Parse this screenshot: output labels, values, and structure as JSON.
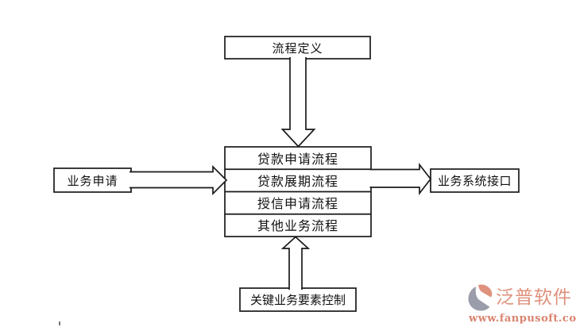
{
  "page": {
    "background": "#ffffff"
  },
  "diagram": {
    "line_color": "#1a1a1a",
    "top_box_label": "流程定义",
    "stack_labels": [
      "贷款申请流程",
      "贷款展期流程",
      "授信申请流程",
      "其他业务流程"
    ],
    "left_box_label": "业务申请",
    "right_box_label": "业务系统接口",
    "bottom_box_label": "关键业务要素控制"
  },
  "logo": {
    "name": "泛普软件",
    "url": "www.fanpusoft.com",
    "brand_color": "#df917c",
    "icon_gray_color": "#9b9eaa"
  }
}
